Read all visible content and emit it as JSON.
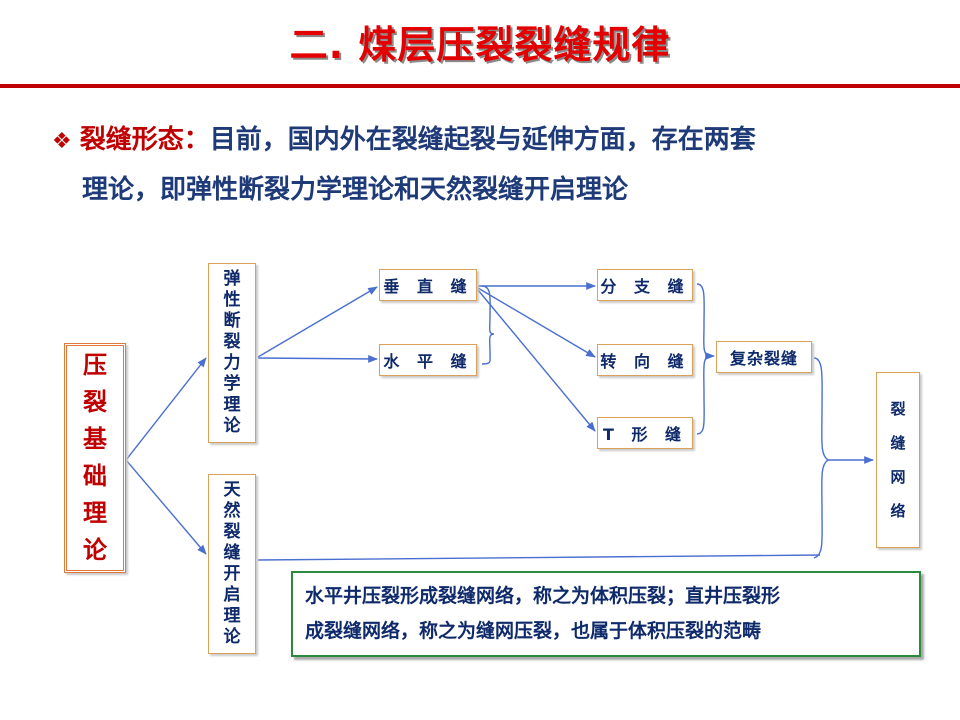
{
  "slide": {
    "title": "二. 煤层压裂裂缝规律",
    "bullet": {
      "lead": "裂缝形态：",
      "line1": "目前，国内外在裂缝起裂与延伸方面，存在两套",
      "line2": "理论，即弹性断裂力学理论和天然裂缝开启理论"
    },
    "colors": {
      "title": "#e30000",
      "accent_red": "#c00000",
      "text_blue": "#0f2a6b",
      "arrow": "#4a6fd0",
      "note_border": "#2b8a3e"
    }
  },
  "diagram": {
    "root": [
      "压",
      "裂",
      "基",
      "础",
      "理",
      "论"
    ],
    "elastic": [
      "弹",
      "性",
      "断",
      "裂",
      "力",
      "学",
      "理",
      "论"
    ],
    "natural": [
      "天",
      "然",
      "裂",
      "缝",
      "开",
      "启",
      "理",
      "论"
    ],
    "vertical": "垂 直 缝",
    "horizontal": "水 平 缝",
    "branch": "分 支 缝",
    "turn": "转 向 缝",
    "tshape": "T 形 缝",
    "complex": "复杂裂缝",
    "network": [
      "裂",
      "缝",
      "网",
      "络"
    ],
    "note": {
      "line1": "水平井压裂形成裂缝网络，称之为体积压裂；直井压裂形",
      "line2": "成裂缝网络，称之为缝网压裂，也属于体积压裂的范畴"
    }
  }
}
